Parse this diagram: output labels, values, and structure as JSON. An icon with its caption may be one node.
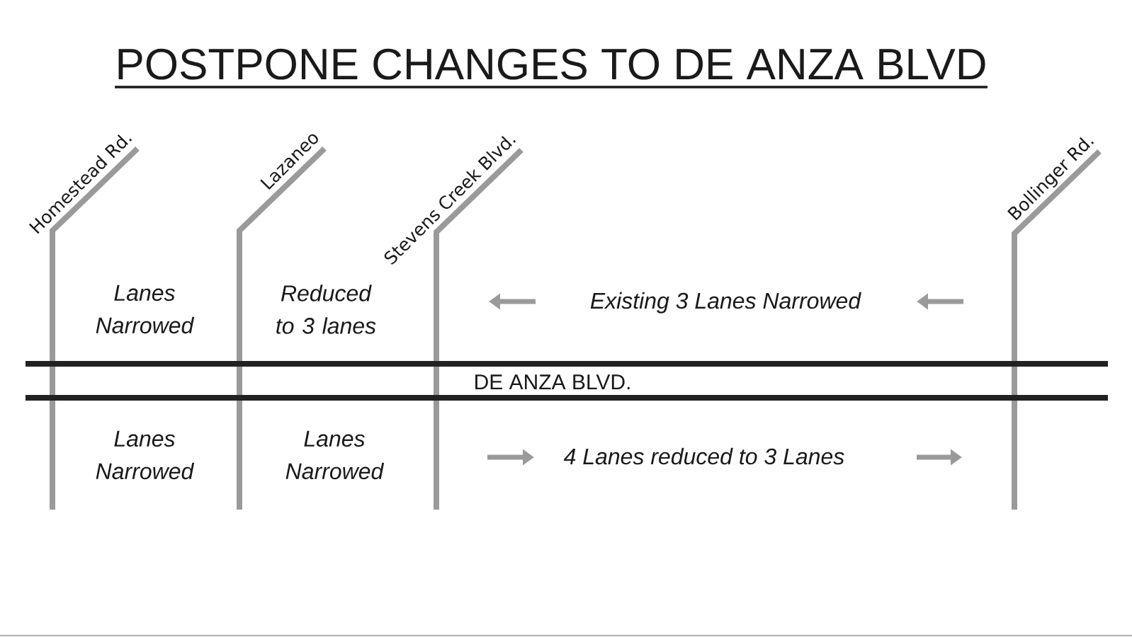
{
  "diagram": {
    "title": "POSTPONE CHANGES TO DE ANZA BLVD",
    "labels": [
      "Homestead Rd.",
      "Lazaneo",
      "Stevens Creek Blvd.",
      "Bollinger Rd.",
      "Lanes Narrowed",
      "Reduced to 3 lanes",
      "Existing 3 Lanes Narrowed",
      "DE ANZA BLVD.",
      "Lanes Narrowed",
      "Lanes Narrowed",
      "4 Lanes reduced to 3 Lanes"
    ]
  }
}
